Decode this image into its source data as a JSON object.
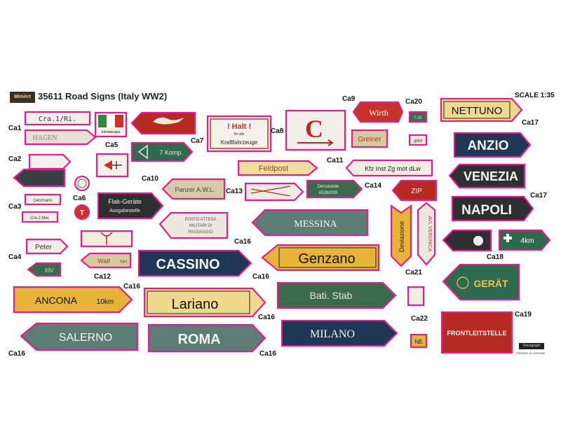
{
  "header": {
    "logo": "MiniArt",
    "title": "35611 Road Signs (Italy WW2)",
    "scale": "SCALE 1:35"
  },
  "labels": {
    "ca1": "Ca1",
    "ca2": "Ca2",
    "ca3": "Ca3",
    "ca4": "Ca4",
    "ca5": "Ca5",
    "ca6": "Ca6",
    "ca7": "Ca7",
    "ca8": "Ca8",
    "ca9": "Ca9",
    "ca10": "Ca10",
    "ca11": "Ca11",
    "ca12": "Ca12",
    "ca13": "Ca13",
    "ca14": "Ca14",
    "ca16a": "Ca16",
    "ca16b": "Ca16",
    "ca16c": "Ca16",
    "ca16d": "Ca16",
    "ca16e": "Ca16",
    "ca16f": "Ca16",
    "ca17a": "Ca17",
    "ca17b": "Ca17",
    "ca18": "Ca18",
    "ca19": "Ca19",
    "ca20": "Ca20",
    "ca21": "Ca21",
    "ca22": "Ca22"
  },
  "signs": {
    "cra1": "Cra.1/Ri.",
    "hagen": "HAGEN",
    "introdacqua": "Introdacqua",
    "halt": "! Halt !",
    "halt_sub": "für alle",
    "kraft": "Kraftfahrzeuge",
    "komp": "7 Komp.",
    "feldpost": "Feldpost",
    "wirth": "Wirth",
    "t32": "T-32",
    "greiner": "Greiner",
    "gw4": "gW4",
    "kfz": "Kfz Inst Zg mot dLw",
    "dienst1": "Dienststelle",
    "dienst2": "#5282005",
    "zip": "ZIP",
    "nettuno": "NETTUNO",
    "anzio": "ANZIO",
    "venezia": "VENEZIA",
    "napoli": "NAPOLI",
    "flak1": "Flak-Geräte",
    "flak2": "Ausgabestelle",
    "panzer": "Panzer A.W.L.",
    "oetzmann": "Oetzmann",
    "cra2": "Cra 2.Mei.",
    "posto1": "POSTO ATTESA",
    "posto2": "MILITARI DI",
    "posto3": "PASSAGGIO",
    "messina": "MESSINA",
    "deviazione": "Deviazione",
    "veronica": "AVL VERONICA",
    "peter": "Peter",
    "walf": "Walf",
    "walf_nh": "NH",
    "xiv": "XIV",
    "cassino": "CASSINO",
    "genzano": "Genzano",
    "ambul": "4km",
    "ancona": "ANCONA",
    "ancona_km": "10km",
    "lariano": "Lariano",
    "bati": "Bati. Stab",
    "gerat": "GERÄT",
    "salerno": "SALERNO",
    "roma": "ROMA",
    "milano": "MILANO",
    "ne": "NE",
    "frontleit": "FRONTLEITSTELLE",
    "t_mark": "T",
    "brand": "Decograph",
    "printed": "PRINTED IN UKRAINE"
  },
  "colors": {
    "outline": "#e0208a",
    "wood": "#d8c9a8",
    "green": "#2f6a4f",
    "red": "#b52a22",
    "navy": "#1f3655",
    "yellow": "#e6b43a"
  }
}
